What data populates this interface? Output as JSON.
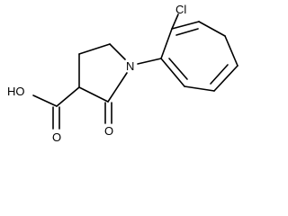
{
  "molecule": {
    "atoms": [
      {
        "id": "Cl",
        "label": "Cl"
      },
      {
        "id": "N",
        "label": "N"
      },
      {
        "id": "OH",
        "label": "HO"
      },
      {
        "id": "O_acid",
        "label": "O"
      },
      {
        "id": "O_keto",
        "label": "O"
      }
    ]
  },
  "colors": {
    "bond": "#000000",
    "text": "#000000",
    "background": "#ffffff"
  }
}
